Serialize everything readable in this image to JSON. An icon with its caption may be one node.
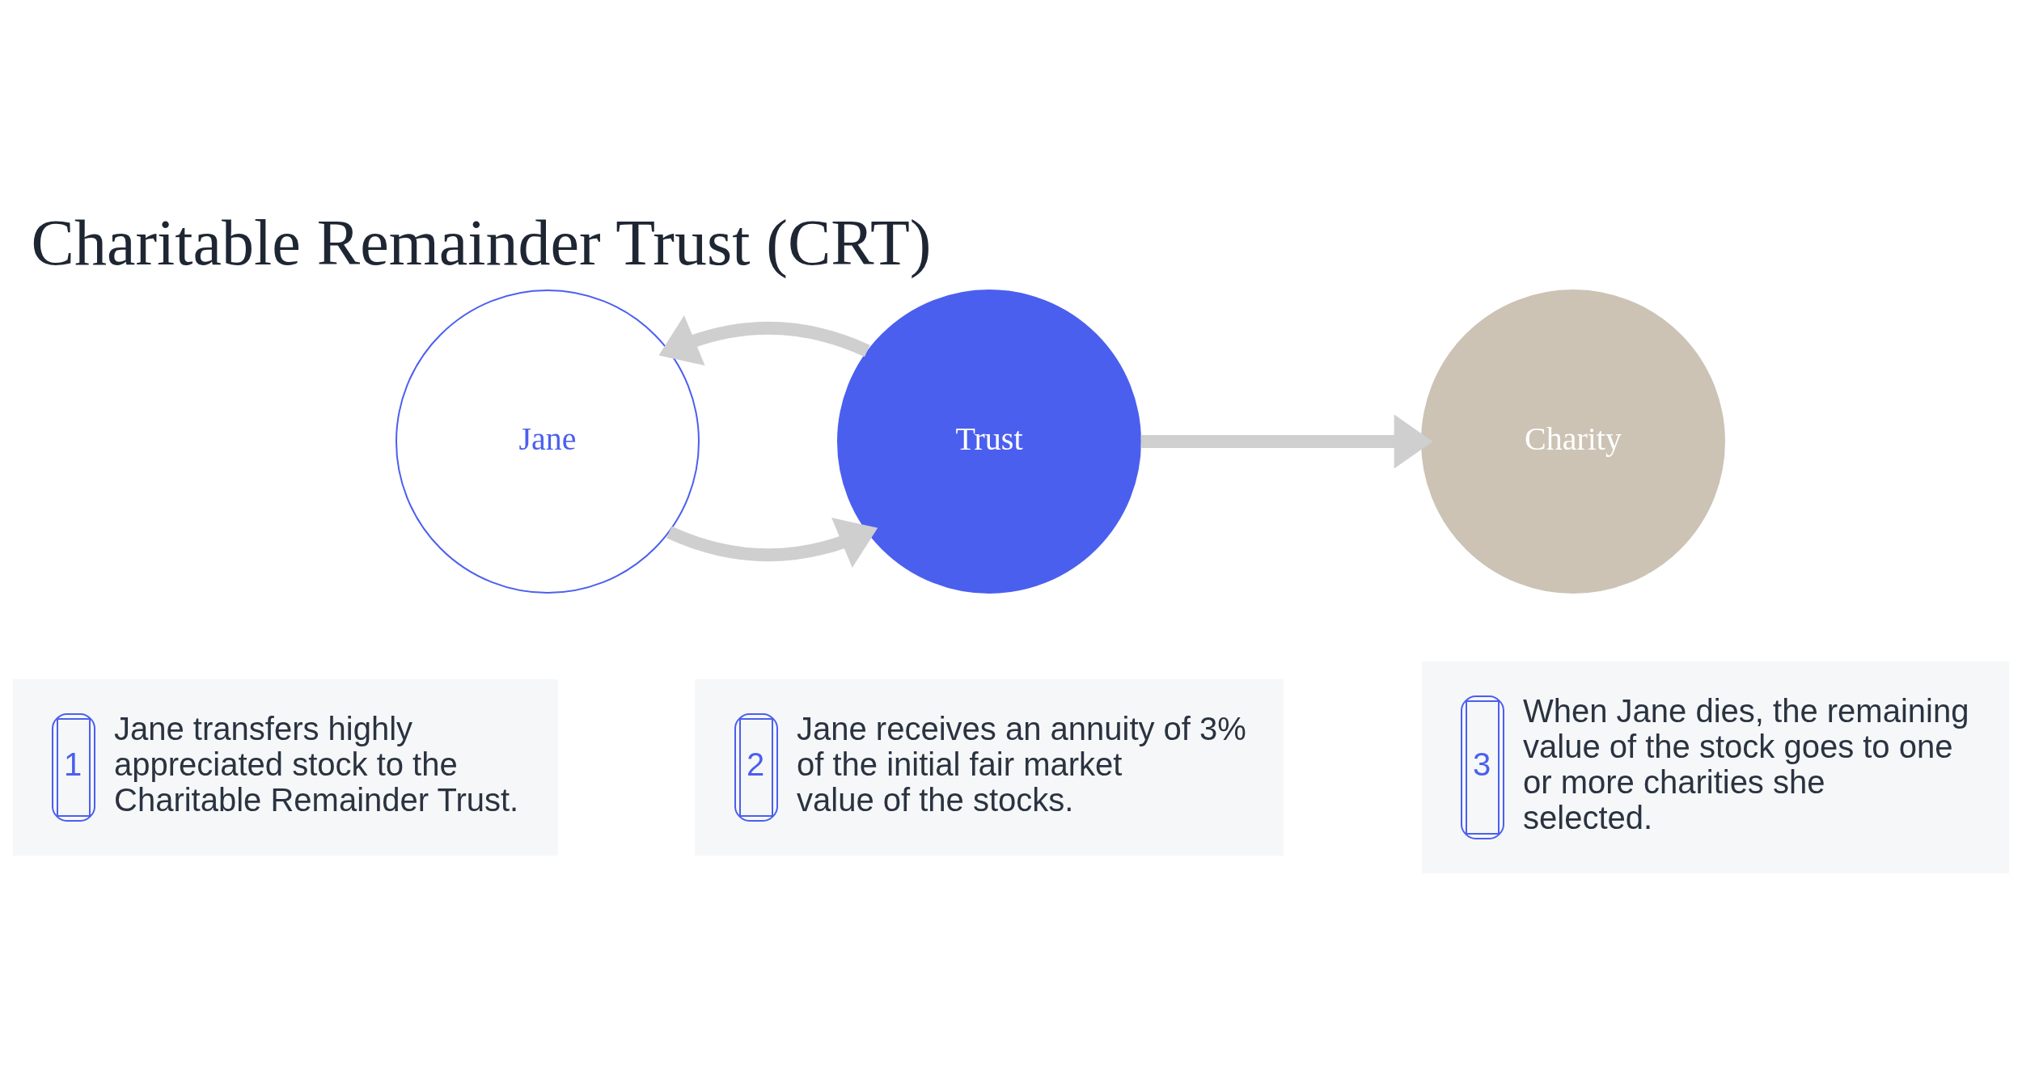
{
  "diagram": {
    "title": "Charitable Remainder Trust (CRT)",
    "nodes": [
      {
        "text": [
          "Jane"
        ]
      },
      {
        "text": [
          "Trust"
        ]
      },
      {
        "text": [
          "Charity"
        ]
      },
      {
        "text": [
          "1",
          "Jane transfers highly appreciated stock to the Charitable Remainder Trust."
        ]
      },
      {
        "text": [
          "2",
          "Jane receives an annuity of 3% of the initial fair market value of the stocks."
        ]
      },
      {
        "text": [
          "3",
          "When Jane dies, the remaining value of the stock goes to one or more charities she selected."
        ]
      }
    ],
    "edges": [
      {
        "from": 0,
        "to": 1,
        "arrow": "to"
      },
      {
        "from": 1,
        "to": 0,
        "arrow": "to"
      },
      {
        "from": 1,
        "to": 2,
        "arrow": "to"
      }
    ]
  }
}
